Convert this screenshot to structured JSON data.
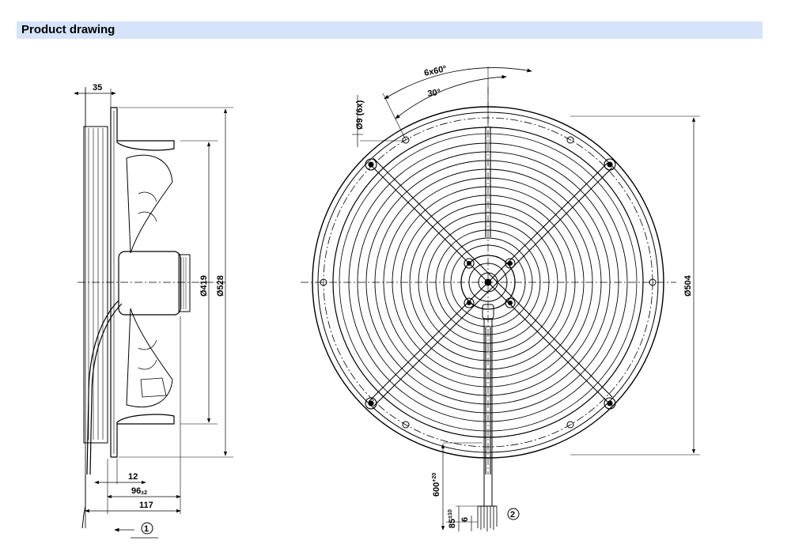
{
  "header": {
    "title": "Product drawing"
  },
  "side_view": {
    "dim_top_width": "35",
    "dim_inner_diameter": "Ø419",
    "dim_outer_diameter": "Ø528",
    "dim_12": "12",
    "dim_96": "96",
    "dim_96_tol": "±2",
    "dim_117": "117",
    "callout_1": "1"
  },
  "front_view": {
    "dim_angle_6x60": "6x60°",
    "dim_angle_30": "30°",
    "dim_holes": "Ø9 (6x)",
    "dim_pcd_504": "Ø504",
    "dim_cable_600": "600",
    "dim_cable_600_tol": "+20",
    "dim_85": "85",
    "dim_85_tol": "±10",
    "dim_6": "6",
    "callout_2": "2"
  }
}
